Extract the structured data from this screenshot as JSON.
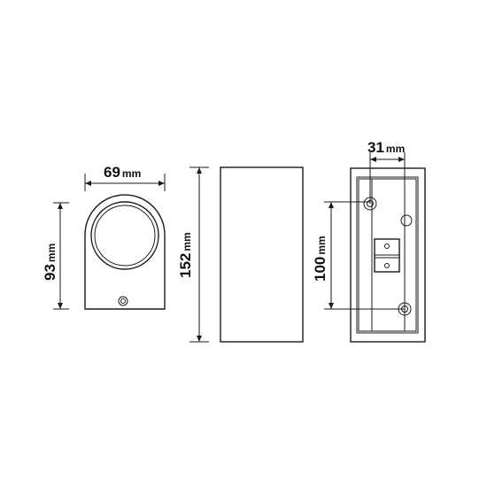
{
  "views": {
    "front": {
      "width_value": "69",
      "height_value": "93",
      "unit": "mm"
    },
    "side": {
      "height_value": "152",
      "unit": "mm"
    },
    "back": {
      "spacing_value": "31",
      "hole_distance_value": "100",
      "unit": "mm"
    }
  }
}
